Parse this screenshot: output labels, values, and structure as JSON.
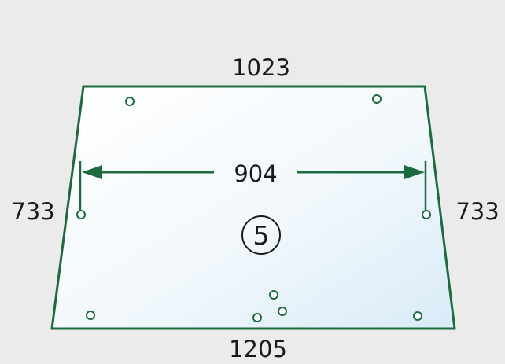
{
  "diagram": {
    "top_width": "1023",
    "bottom_width": "1205",
    "inner_width": "904",
    "left_height": "733",
    "right_height": "733",
    "part_number": "5"
  },
  "colors": {
    "background": "#ebebeb",
    "outline": "#1b6b3e",
    "glass_light": "#ffffff",
    "glass_tint": "#dcedf8",
    "text": "#1a1a1a"
  }
}
